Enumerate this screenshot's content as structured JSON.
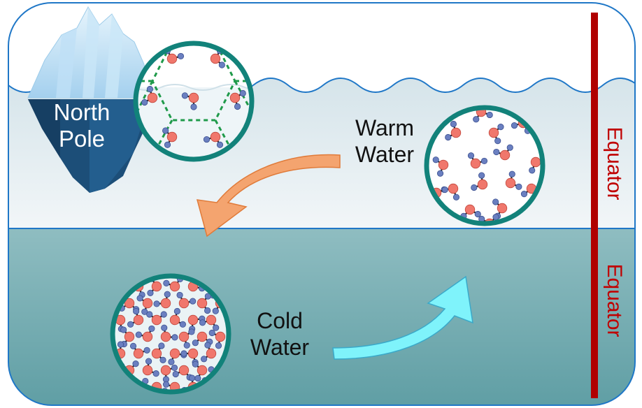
{
  "labels": {
    "north_pole": [
      "North",
      "Pole"
    ],
    "warm_water": [
      "Warm",
      "Water"
    ],
    "cold_water": [
      "Cold",
      "Water"
    ],
    "equator_top": "Equator",
    "equator_bottom": "Equator"
  },
  "colors": {
    "upper_water_top": "#d5e4ea",
    "upper_water_bottom": "#f2f6f8",
    "lower_water_top": "#8fbdc1",
    "lower_water_bottom": "#5f9ea4",
    "border": "#1f77c7",
    "equator_bar": "#b00000",
    "circle_ring": "#12827a",
    "oxygen": "#f0776c",
    "hydrogen": "#6a7fc0",
    "warm_arrow": "#f4a46f",
    "cold_arrow": "#7ff3fb",
    "iceberg_dark": "#1c4e78",
    "iceberg_light": "#a8d4f0"
  }
}
